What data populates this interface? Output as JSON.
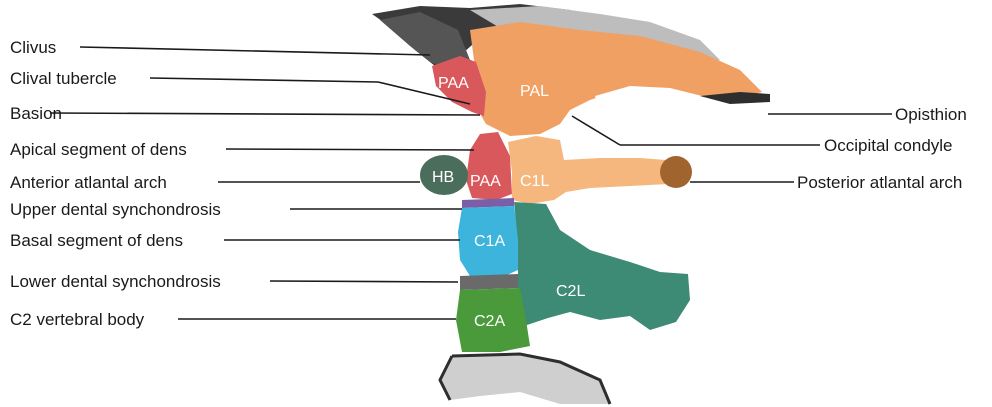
{
  "colors": {
    "occipital_bone": "#f0a062",
    "pro_atlas_apex": "#d9585c",
    "hypochordal_bow": "#4b6e5c",
    "c1_lateral": "#f5b77e",
    "c1_apex": "#3cb4dc",
    "c2_lateral": "#3d8a75",
    "c2_apex": "#4a9a3c",
    "synchondrosis": "#7b5ea8",
    "posterior_arch": "#a0652e",
    "background_bone": "#4a4a4a"
  },
  "left_labels": [
    {
      "id": "clivus",
      "text": "Clivus"
    },
    {
      "id": "clival-tubercle",
      "text": "Clival tubercle"
    },
    {
      "id": "basion",
      "text": "Basion"
    },
    {
      "id": "apical-segment",
      "text": "Apical segment of dens"
    },
    {
      "id": "anterior-atlantal-arch",
      "text": "Anterior atlantal arch"
    },
    {
      "id": "upper-dental-synchondrosis",
      "text": "Upper dental synchondrosis"
    },
    {
      "id": "basal-segment",
      "text": "Basal segment of dens"
    },
    {
      "id": "lower-dental-synchondrosis",
      "text": "Lower dental synchondrosis"
    },
    {
      "id": "c2-vertebral-body",
      "text": "C2 vertebral body"
    }
  ],
  "right_labels": [
    {
      "id": "opisthion",
      "text": "Opisthion"
    },
    {
      "id": "occipital-condyle",
      "text": "Occipital condyle"
    },
    {
      "id": "posterior-atlantal-arch",
      "text": "Posterior atlantal arch"
    }
  ],
  "region_labels": {
    "paa_upper": "PAA",
    "pal": "PAL",
    "hb": "HB",
    "paa_lower": "PAA",
    "c1l": "C1L",
    "c1a": "C1A",
    "c2l": "C2L",
    "c2a": "C2A"
  }
}
